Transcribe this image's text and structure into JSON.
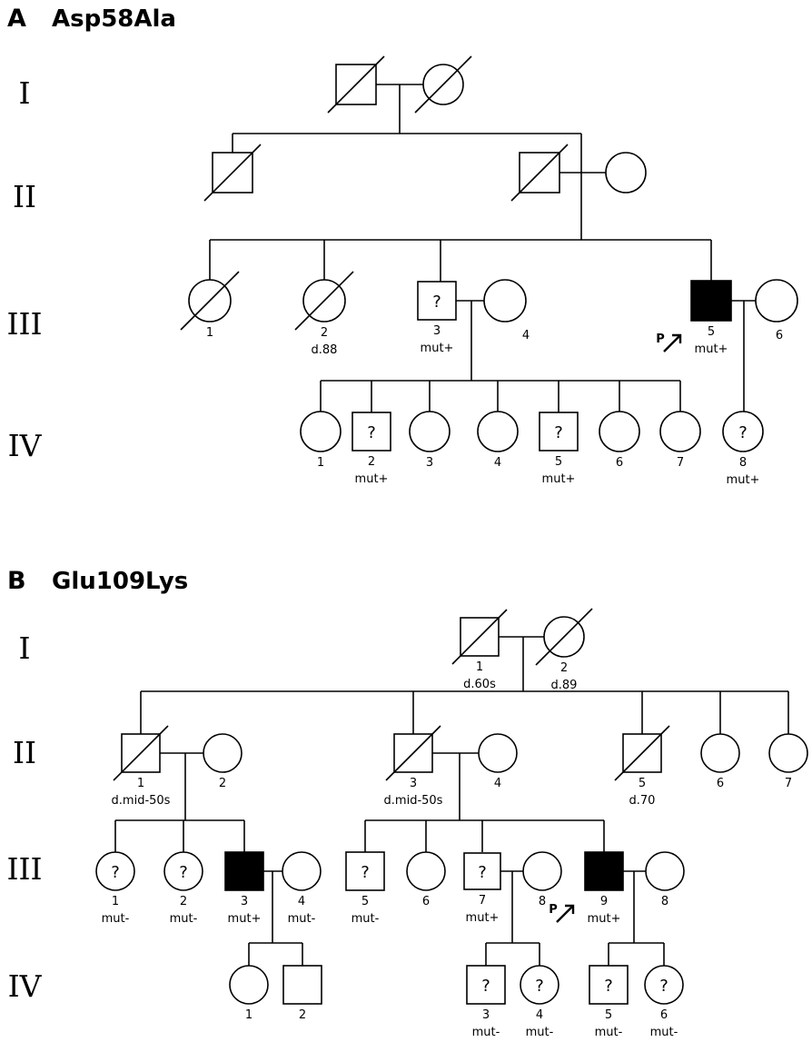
{
  "panels": [
    {
      "letter": "A",
      "title": "Asp58Ala",
      "generations": [
        "I",
        "II",
        "III",
        "IV"
      ],
      "individuals": [
        {
          "id": "A-I-1",
          "sex": "male",
          "deceased": true,
          "affected": false,
          "unknown": false,
          "labels": []
        },
        {
          "id": "A-I-2",
          "sex": "female",
          "deceased": true,
          "affected": false,
          "unknown": false,
          "labels": []
        },
        {
          "id": "A-II-1",
          "sex": "male",
          "deceased": true,
          "affected": false,
          "unknown": false,
          "labels": []
        },
        {
          "id": "A-II-2",
          "sex": "male",
          "deceased": true,
          "affected": false,
          "unknown": false,
          "labels": []
        },
        {
          "id": "A-II-3",
          "sex": "female",
          "deceased": false,
          "affected": false,
          "unknown": false,
          "labels": []
        },
        {
          "id": "A-III-1",
          "sex": "female",
          "deceased": true,
          "affected": false,
          "unknown": false,
          "labels": [
            "1"
          ]
        },
        {
          "id": "A-III-2",
          "sex": "female",
          "deceased": true,
          "affected": false,
          "unknown": false,
          "labels": [
            "2",
            "d.88"
          ]
        },
        {
          "id": "A-III-3",
          "sex": "male",
          "deceased": false,
          "affected": false,
          "unknown": true,
          "labels": [
            "3",
            "mut+"
          ]
        },
        {
          "id": "A-III-4",
          "sex": "female",
          "deceased": false,
          "affected": false,
          "unknown": false,
          "labels": [
            "4"
          ]
        },
        {
          "id": "A-III-5",
          "sex": "male",
          "deceased": false,
          "affected": true,
          "unknown": false,
          "proband": true,
          "labels": [
            "5",
            "mut+"
          ]
        },
        {
          "id": "A-III-6",
          "sex": "female",
          "deceased": false,
          "affected": false,
          "unknown": false,
          "labels": [
            "6"
          ]
        },
        {
          "id": "A-IV-1",
          "sex": "female",
          "deceased": false,
          "affected": false,
          "unknown": false,
          "labels": [
            "1"
          ]
        },
        {
          "id": "A-IV-2",
          "sex": "male",
          "deceased": false,
          "affected": false,
          "unknown": true,
          "labels": [
            "2",
            "mut+"
          ]
        },
        {
          "id": "A-IV-3",
          "sex": "female",
          "deceased": false,
          "affected": false,
          "unknown": false,
          "labels": [
            "3"
          ]
        },
        {
          "id": "A-IV-4",
          "sex": "female",
          "deceased": false,
          "affected": false,
          "unknown": false,
          "labels": [
            "4"
          ]
        },
        {
          "id": "A-IV-5",
          "sex": "male",
          "deceased": false,
          "affected": false,
          "unknown": true,
          "labels": [
            "5",
            "mut+"
          ]
        },
        {
          "id": "A-IV-6",
          "sex": "female",
          "deceased": false,
          "affected": false,
          "unknown": false,
          "labels": [
            "6"
          ]
        },
        {
          "id": "A-IV-7",
          "sex": "female",
          "deceased": false,
          "affected": false,
          "unknown": false,
          "labels": [
            "7"
          ]
        },
        {
          "id": "A-IV-8",
          "sex": "female",
          "deceased": false,
          "affected": false,
          "unknown": true,
          "labels": [
            "8",
            "mut+"
          ]
        }
      ],
      "proband_marker": "P"
    },
    {
      "letter": "B",
      "title": "Glu109Lys",
      "generations": [
        "I",
        "II",
        "III",
        "IV"
      ],
      "individuals": [
        {
          "id": "B-I-1",
          "sex": "male",
          "deceased": true,
          "affected": false,
          "unknown": false,
          "labels": [
            "1",
            "d.60s"
          ]
        },
        {
          "id": "B-I-2",
          "sex": "female",
          "deceased": true,
          "affected": false,
          "unknown": false,
          "labels": [
            "2",
            "d.89"
          ]
        },
        {
          "id": "B-II-1",
          "sex": "male",
          "deceased": true,
          "affected": false,
          "unknown": false,
          "labels": [
            "1",
            "d.mid-50s"
          ]
        },
        {
          "id": "B-II-2",
          "sex": "female",
          "deceased": false,
          "affected": false,
          "unknown": false,
          "labels": [
            "2"
          ]
        },
        {
          "id": "B-II-3",
          "sex": "male",
          "deceased": true,
          "affected": false,
          "unknown": false,
          "labels": [
            "3",
            "d.mid-50s"
          ]
        },
        {
          "id": "B-II-4",
          "sex": "female",
          "deceased": false,
          "affected": false,
          "unknown": false,
          "labels": [
            "4"
          ]
        },
        {
          "id": "B-II-5",
          "sex": "male",
          "deceased": true,
          "affected": false,
          "unknown": false,
          "labels": [
            "5",
            "d.70"
          ]
        },
        {
          "id": "B-II-6",
          "sex": "female",
          "deceased": false,
          "affected": false,
          "unknown": false,
          "labels": [
            "6"
          ]
        },
        {
          "id": "B-II-7",
          "sex": "female",
          "deceased": false,
          "affected": false,
          "unknown": false,
          "labels": [
            "7"
          ]
        },
        {
          "id": "B-III-1",
          "sex": "female",
          "deceased": false,
          "affected": false,
          "unknown": true,
          "labels": [
            "1",
            "mut-"
          ]
        },
        {
          "id": "B-III-2",
          "sex": "female",
          "deceased": false,
          "affected": false,
          "unknown": true,
          "labels": [
            "2",
            "mut-"
          ]
        },
        {
          "id": "B-III-3",
          "sex": "male",
          "deceased": false,
          "affected": true,
          "unknown": false,
          "labels": [
            "3",
            "mut+"
          ]
        },
        {
          "id": "B-III-4",
          "sex": "female",
          "deceased": false,
          "affected": false,
          "unknown": false,
          "labels": [
            "4",
            "mut-"
          ]
        },
        {
          "id": "B-III-5",
          "sex": "male",
          "deceased": false,
          "affected": false,
          "unknown": true,
          "labels": [
            "5",
            "mut-"
          ]
        },
        {
          "id": "B-III-6",
          "sex": "female",
          "deceased": false,
          "affected": false,
          "unknown": false,
          "labels": [
            "6"
          ]
        },
        {
          "id": "B-III-7",
          "sex": "male",
          "deceased": false,
          "affected": false,
          "unknown": true,
          "labels": [
            "7",
            "mut+"
          ]
        },
        {
          "id": "B-III-8a",
          "sex": "female",
          "deceased": false,
          "affected": false,
          "unknown": false,
          "labels": [
            "8"
          ]
        },
        {
          "id": "B-III-9",
          "sex": "male",
          "deceased": false,
          "affected": true,
          "unknown": false,
          "proband": true,
          "labels": [
            "9",
            "mut+"
          ]
        },
        {
          "id": "B-III-8b",
          "sex": "female",
          "deceased": false,
          "affected": false,
          "unknown": false,
          "labels": [
            "8"
          ]
        },
        {
          "id": "B-IV-1",
          "sex": "female",
          "deceased": false,
          "affected": false,
          "unknown": false,
          "labels": [
            "1"
          ]
        },
        {
          "id": "B-IV-2",
          "sex": "male",
          "deceased": false,
          "affected": false,
          "unknown": false,
          "labels": [
            "2"
          ]
        },
        {
          "id": "B-IV-3",
          "sex": "male",
          "deceased": false,
          "affected": false,
          "unknown": true,
          "labels": [
            "3",
            "mut-"
          ]
        },
        {
          "id": "B-IV-4",
          "sex": "female",
          "deceased": false,
          "affected": false,
          "unknown": true,
          "labels": [
            "4",
            "mut-"
          ]
        },
        {
          "id": "B-IV-5",
          "sex": "male",
          "deceased": false,
          "affected": false,
          "unknown": true,
          "labels": [
            "5",
            "mut-"
          ]
        },
        {
          "id": "B-IV-6",
          "sex": "female",
          "deceased": false,
          "affected": false,
          "unknown": true,
          "labels": [
            "6",
            "mut-"
          ]
        }
      ],
      "proband_marker": "P"
    }
  ],
  "symbols": {
    "unknown_mark": "?"
  },
  "colors": {
    "line": "#000000",
    "affected_fill": "#000000",
    "unaffected_fill": "#ffffff"
  }
}
